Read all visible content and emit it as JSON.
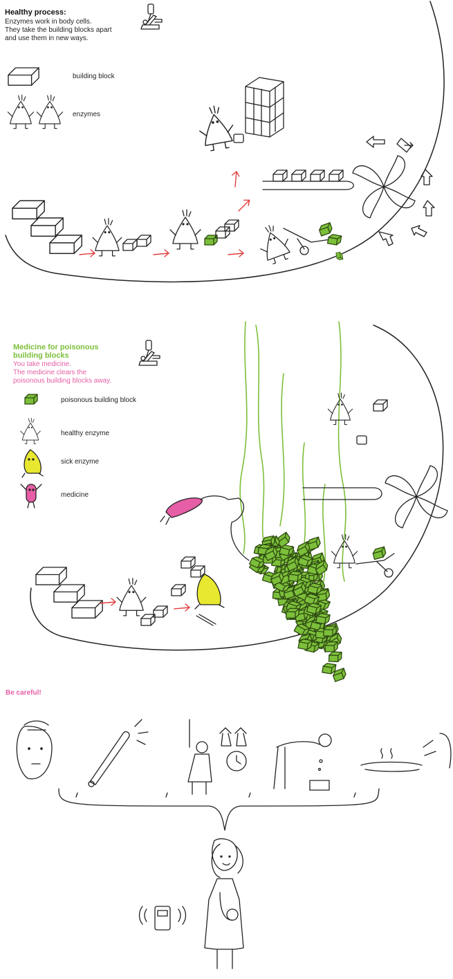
{
  "healthy": {
    "title": "Healthy process:",
    "lines": [
      "Enzymes work in body cells.",
      "They take the building blocks apart",
      "and use them in new ways."
    ],
    "legend": {
      "building_block": "building block",
      "enzymes": "enzymes"
    }
  },
  "medicine": {
    "title_line1": "Medicine for poisonous",
    "title_line2": "building blocks",
    "lines": [
      "You take medicine.",
      "The medicine clears the",
      "poisonous building blocks away."
    ],
    "legend": {
      "poisonous_block": "poisonous building block",
      "healthy_enzyme": "healthy enzyme",
      "sick_enzyme": "sick enzyme",
      "medicine": "medicine"
    }
  },
  "careful": {
    "title": "Be careful!"
  },
  "colors": {
    "green": "#7cbf3a",
    "pink": "#e65ea6",
    "yellow": "#e8e830",
    "arrow_red": "#e23c3c",
    "ink": "#222222"
  }
}
